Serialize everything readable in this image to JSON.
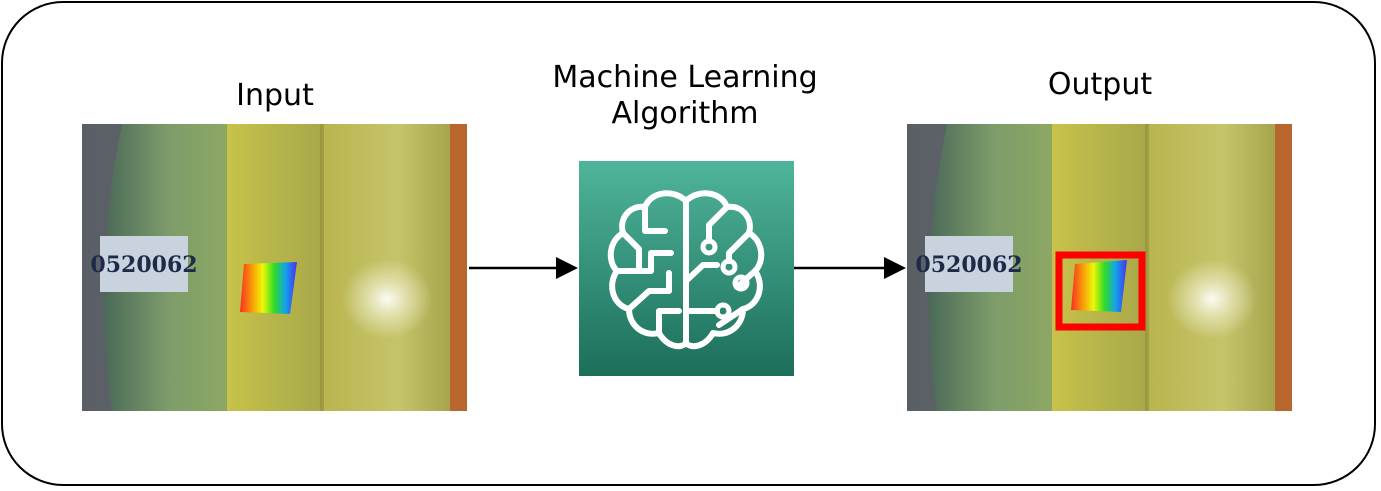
{
  "labels": {
    "input": "Input",
    "algorithm_line1": "Machine Learning",
    "algorithm_line2": "Algorithm",
    "output": "Output"
  },
  "specimen": {
    "tag_text": "0520062"
  },
  "icons": {
    "algorithm": "brain-circuit-icon"
  },
  "colors": {
    "frame": "#000000",
    "icon_top": "#4fb59a",
    "icon_bottom": "#1c6e5a",
    "detection_box": "#ff0000",
    "specimen_green": "#7b9a60",
    "specimen_yellow": "#c8c24a"
  }
}
